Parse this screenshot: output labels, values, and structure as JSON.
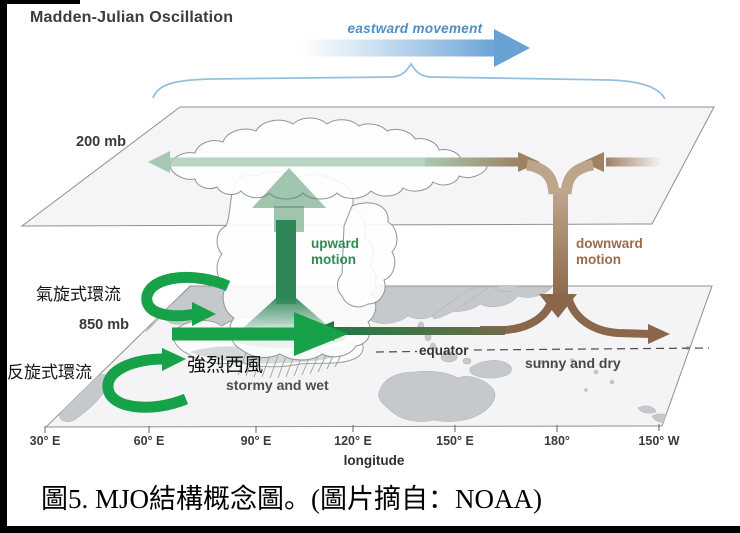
{
  "title": "Madden-Julian Oscillation",
  "eastward": {
    "label": "eastward movement"
  },
  "pressure_levels": {
    "upper": "200 mb",
    "lower": "850 mb"
  },
  "motions": {
    "upward": "upward motion",
    "downward": "downward motion"
  },
  "labels": {
    "cyclonic": "氣旋式環流",
    "anticyclonic": "反旋式環流",
    "strong_westerly": "強烈西風",
    "stormy_wet": "stormy and wet",
    "sunny_dry": "sunny and dry",
    "equator": "equator"
  },
  "axis": {
    "title": "longitude",
    "ticks": [
      "30° E",
      "60° E",
      "90° E",
      "120° E",
      "150° E",
      "180°",
      "150° W"
    ]
  },
  "caption": "圖5. MJO結構概念圖。(圖片摘自：NOAA)",
  "colors": {
    "green_arrow": "#17a149",
    "dark_green": "#1d7a45",
    "pale_green_band": "#aecdb9",
    "brown": "#8a674a",
    "blue_arrow": "#68a2d5",
    "blue_text": "#4b8fc3",
    "land": "#c6c9cb",
    "plane_fill": "#f4f4f6"
  }
}
